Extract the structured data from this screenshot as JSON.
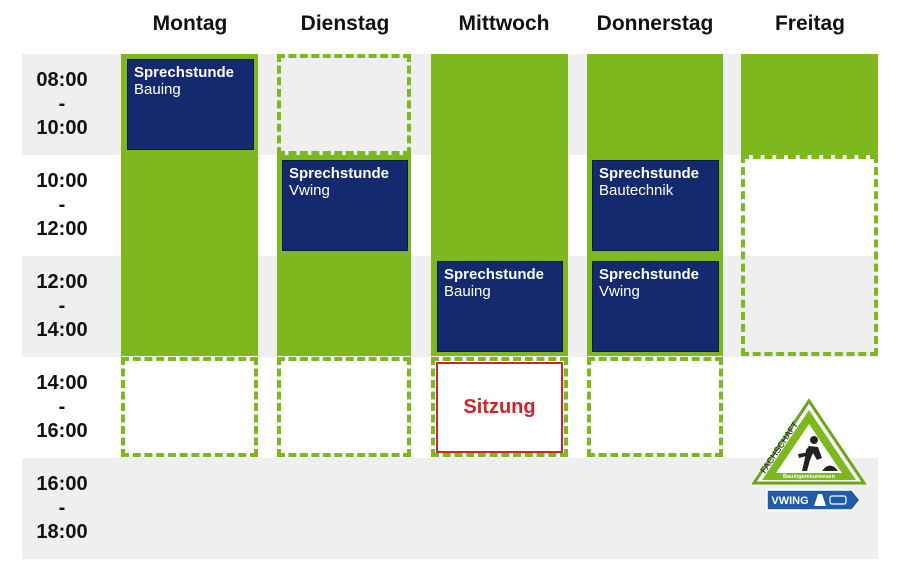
{
  "days": [
    "Montag",
    "Dienstag",
    "Mittwoch",
    "Donnerstag",
    "Freitag"
  ],
  "times": [
    {
      "from": "08:00",
      "sep": "-",
      "to": "10:00"
    },
    {
      "from": "10:00",
      "sep": "-",
      "to": "12:00"
    },
    {
      "from": "12:00",
      "sep": "-",
      "to": "14:00"
    },
    {
      "from": "14:00",
      "sep": "-",
      "to": "16:00"
    },
    {
      "from": "16:00",
      "sep": "-",
      "to": "18:00"
    }
  ],
  "events": [
    {
      "title": "Sprechstunde",
      "sub": "Bauing"
    },
    {
      "title": "Sprechstunde",
      "sub": "Vwing"
    },
    {
      "title": "Sprechstunde",
      "sub": "Bautechnik"
    },
    {
      "title": "Sprechstunde",
      "sub": "Bauing"
    },
    {
      "title": "Sprechstunde",
      "sub": "Vwing"
    }
  ],
  "meeting": {
    "label": "Sitzung"
  },
  "logo": {
    "arc_text": "FACHSCHAFT",
    "subtitle": "Bauingenieurwesen",
    "sign_text": "VWING"
  },
  "colors": {
    "green": "#7db81e",
    "navy": "#152a6e",
    "red": "#d0232a",
    "row_gray": "#efefef"
  }
}
